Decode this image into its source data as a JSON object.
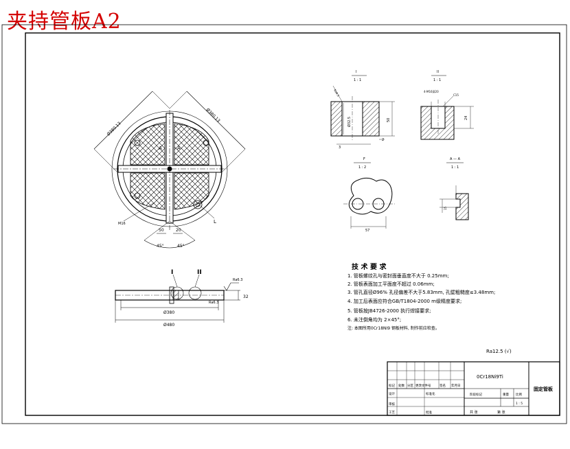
{
  "title": "夹持管板A2",
  "views": {
    "detail_1": {
      "name": "I",
      "scale": "1 : 1"
    },
    "detail_2": {
      "name": "II",
      "scale": "1 : 1"
    },
    "view_f": {
      "name": "F",
      "scale": "1 : 2"
    },
    "section_aa": {
      "name": "A — A",
      "scale": "1 : 1"
    }
  },
  "dimensions": {
    "dia_left": "Ø380.13",
    "dia_right": "Ø380.13",
    "width_a": "50",
    "width_b": "20",
    "angle_left": "45°",
    "angle_right": "45°",
    "mark_m": "M16",
    "hole_top": "Ø32.5",
    "height_50": "50",
    "dim_2": "2",
    "dim_3": "3",
    "bolt_label": "4-M16深20",
    "thread_c": "C15",
    "dim_24": "24",
    "dim_57": "57",
    "dim_15": "15",
    "overall_dia": "Ø480",
    "inner_dia": "Ø380",
    "thickness": "32",
    "sec_label_i": "I",
    "sec_label_ii": "II",
    "rough_top": "Ra6.3",
    "rough_right": "Ra6.3",
    "rough_side": "Ra6.3",
    "marker_a1": "A",
    "marker_a2": "A",
    "marker_l": "L"
  },
  "tech": {
    "heading": "技 术 要 求",
    "items": [
      "1. 管板螺纹孔与密封面垂直度不大于 0.25mm;",
      "2. 管板表面加工平面度不超过 0.06mm;",
      "3. 管孔直径Ø96% 孔径偏差不大于5.83mm, 孔壁粗糙度≤3.48mm;",
      "4. 加工后表面应符合GB/T1804-2000 m级精度要求;",
      "5. 管板按JB4726-2000 执行焊接要求;",
      "6. 未注倒角均为 2×45°;",
      "注: 本图所用0Cr18NI9 钢板材料, 制作前应检查。"
    ]
  },
  "surface_note": "Ra12.5 (√)",
  "title_block": {
    "material": "0Cr18Ni9Ti",
    "part_name": "固定管板",
    "col_labels": [
      "标记",
      "处数",
      "分区",
      "更改文件号",
      "签名",
      "年月日"
    ],
    "row_design": "设计",
    "row_std": "标准化",
    "row_check": "审核",
    "row_process": "工艺",
    "row_approve": "批准",
    "stage": "阶段标记",
    "weight": "重量",
    "ratio_label": "比例",
    "ratio_value": "1 : 5",
    "sheet_total": "共 张",
    "sheet_no": "第 张"
  }
}
